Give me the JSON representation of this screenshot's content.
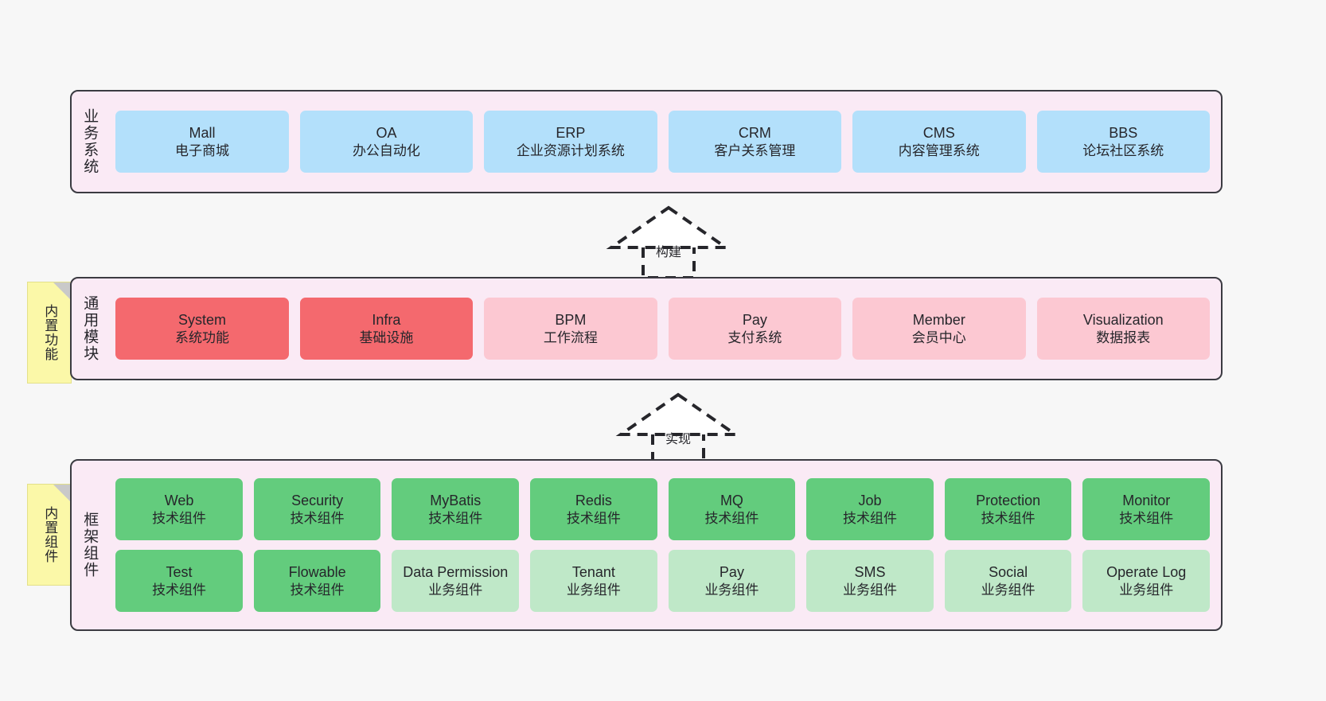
{
  "layers": [
    {
      "name": "business-system",
      "label": "业务系统",
      "rows": [
        {
          "style": "blue",
          "cards": [
            {
              "en": "Mall",
              "cn": "电子商城"
            },
            {
              "en": "OA",
              "cn": "办公自动化"
            },
            {
              "en": "ERP",
              "cn": "企业资源计划系统"
            },
            {
              "en": "CRM",
              "cn": "客户关系管理"
            },
            {
              "en": "CMS",
              "cn": "内容管理系统"
            },
            {
              "en": "BBS",
              "cn": "论坛社区系统"
            }
          ]
        }
      ]
    },
    {
      "name": "common-module",
      "label": "通用模块",
      "note": "内置功能",
      "rows": [
        {
          "cards": [
            {
              "en": "System",
              "cn": "系统功能",
              "style": "red"
            },
            {
              "en": "Infra",
              "cn": "基础设施",
              "style": "red"
            },
            {
              "en": "BPM",
              "cn": "工作流程",
              "style": "pink"
            },
            {
              "en": "Pay",
              "cn": "支付系统",
              "style": "pink"
            },
            {
              "en": "Member",
              "cn": "会员中心",
              "style": "pink"
            },
            {
              "en": "Visualization",
              "cn": "数据报表",
              "style": "pink"
            }
          ]
        }
      ]
    },
    {
      "name": "framework-component",
      "label": "框架组件",
      "note": "内置组件",
      "rows": [
        {
          "cards": [
            {
              "en": "Web",
              "cn": "技术组件",
              "style": "green"
            },
            {
              "en": "Security",
              "cn": "技术组件",
              "style": "green"
            },
            {
              "en": "MyBatis",
              "cn": "技术组件",
              "style": "green"
            },
            {
              "en": "Redis",
              "cn": "技术组件",
              "style": "green"
            },
            {
              "en": "MQ",
              "cn": "技术组件",
              "style": "green"
            },
            {
              "en": "Job",
              "cn": "技术组件",
              "style": "green"
            },
            {
              "en": "Protection",
              "cn": "技术组件",
              "style": "green"
            },
            {
              "en": "Monitor",
              "cn": "技术组件",
              "style": "green"
            }
          ]
        },
        {
          "cards": [
            {
              "en": "Test",
              "cn": "技术组件",
              "style": "green"
            },
            {
              "en": "Flowable",
              "cn": "技术组件",
              "style": "green"
            },
            {
              "en": "Data Permission",
              "cn": "业务组件",
              "style": "green-light"
            },
            {
              "en": "Tenant",
              "cn": "业务组件",
              "style": "green-light"
            },
            {
              "en": "Pay",
              "cn": "业务组件",
              "style": "green-light"
            },
            {
              "en": "SMS",
              "cn": "业务组件",
              "style": "green-light"
            },
            {
              "en": "Social",
              "cn": "业务组件",
              "style": "green-light"
            },
            {
              "en": "Operate Log",
              "cn": "业务组件",
              "style": "green-light"
            }
          ]
        }
      ]
    }
  ],
  "arrows": [
    {
      "name": "build-arrow",
      "label": "构建"
    },
    {
      "name": "implement-arrow",
      "label": "实现"
    }
  ],
  "colors": {
    "band_background": "#faeaf5",
    "band_border": "#3b3b42",
    "blue": "#b3e0fb",
    "red": "#f4696e",
    "pink": "#fcc8d2",
    "green": "#63cc7d",
    "green_light": "#bfe8c8",
    "note_yellow": "#fbf8a8",
    "page_background": "#f7f7f7"
  }
}
